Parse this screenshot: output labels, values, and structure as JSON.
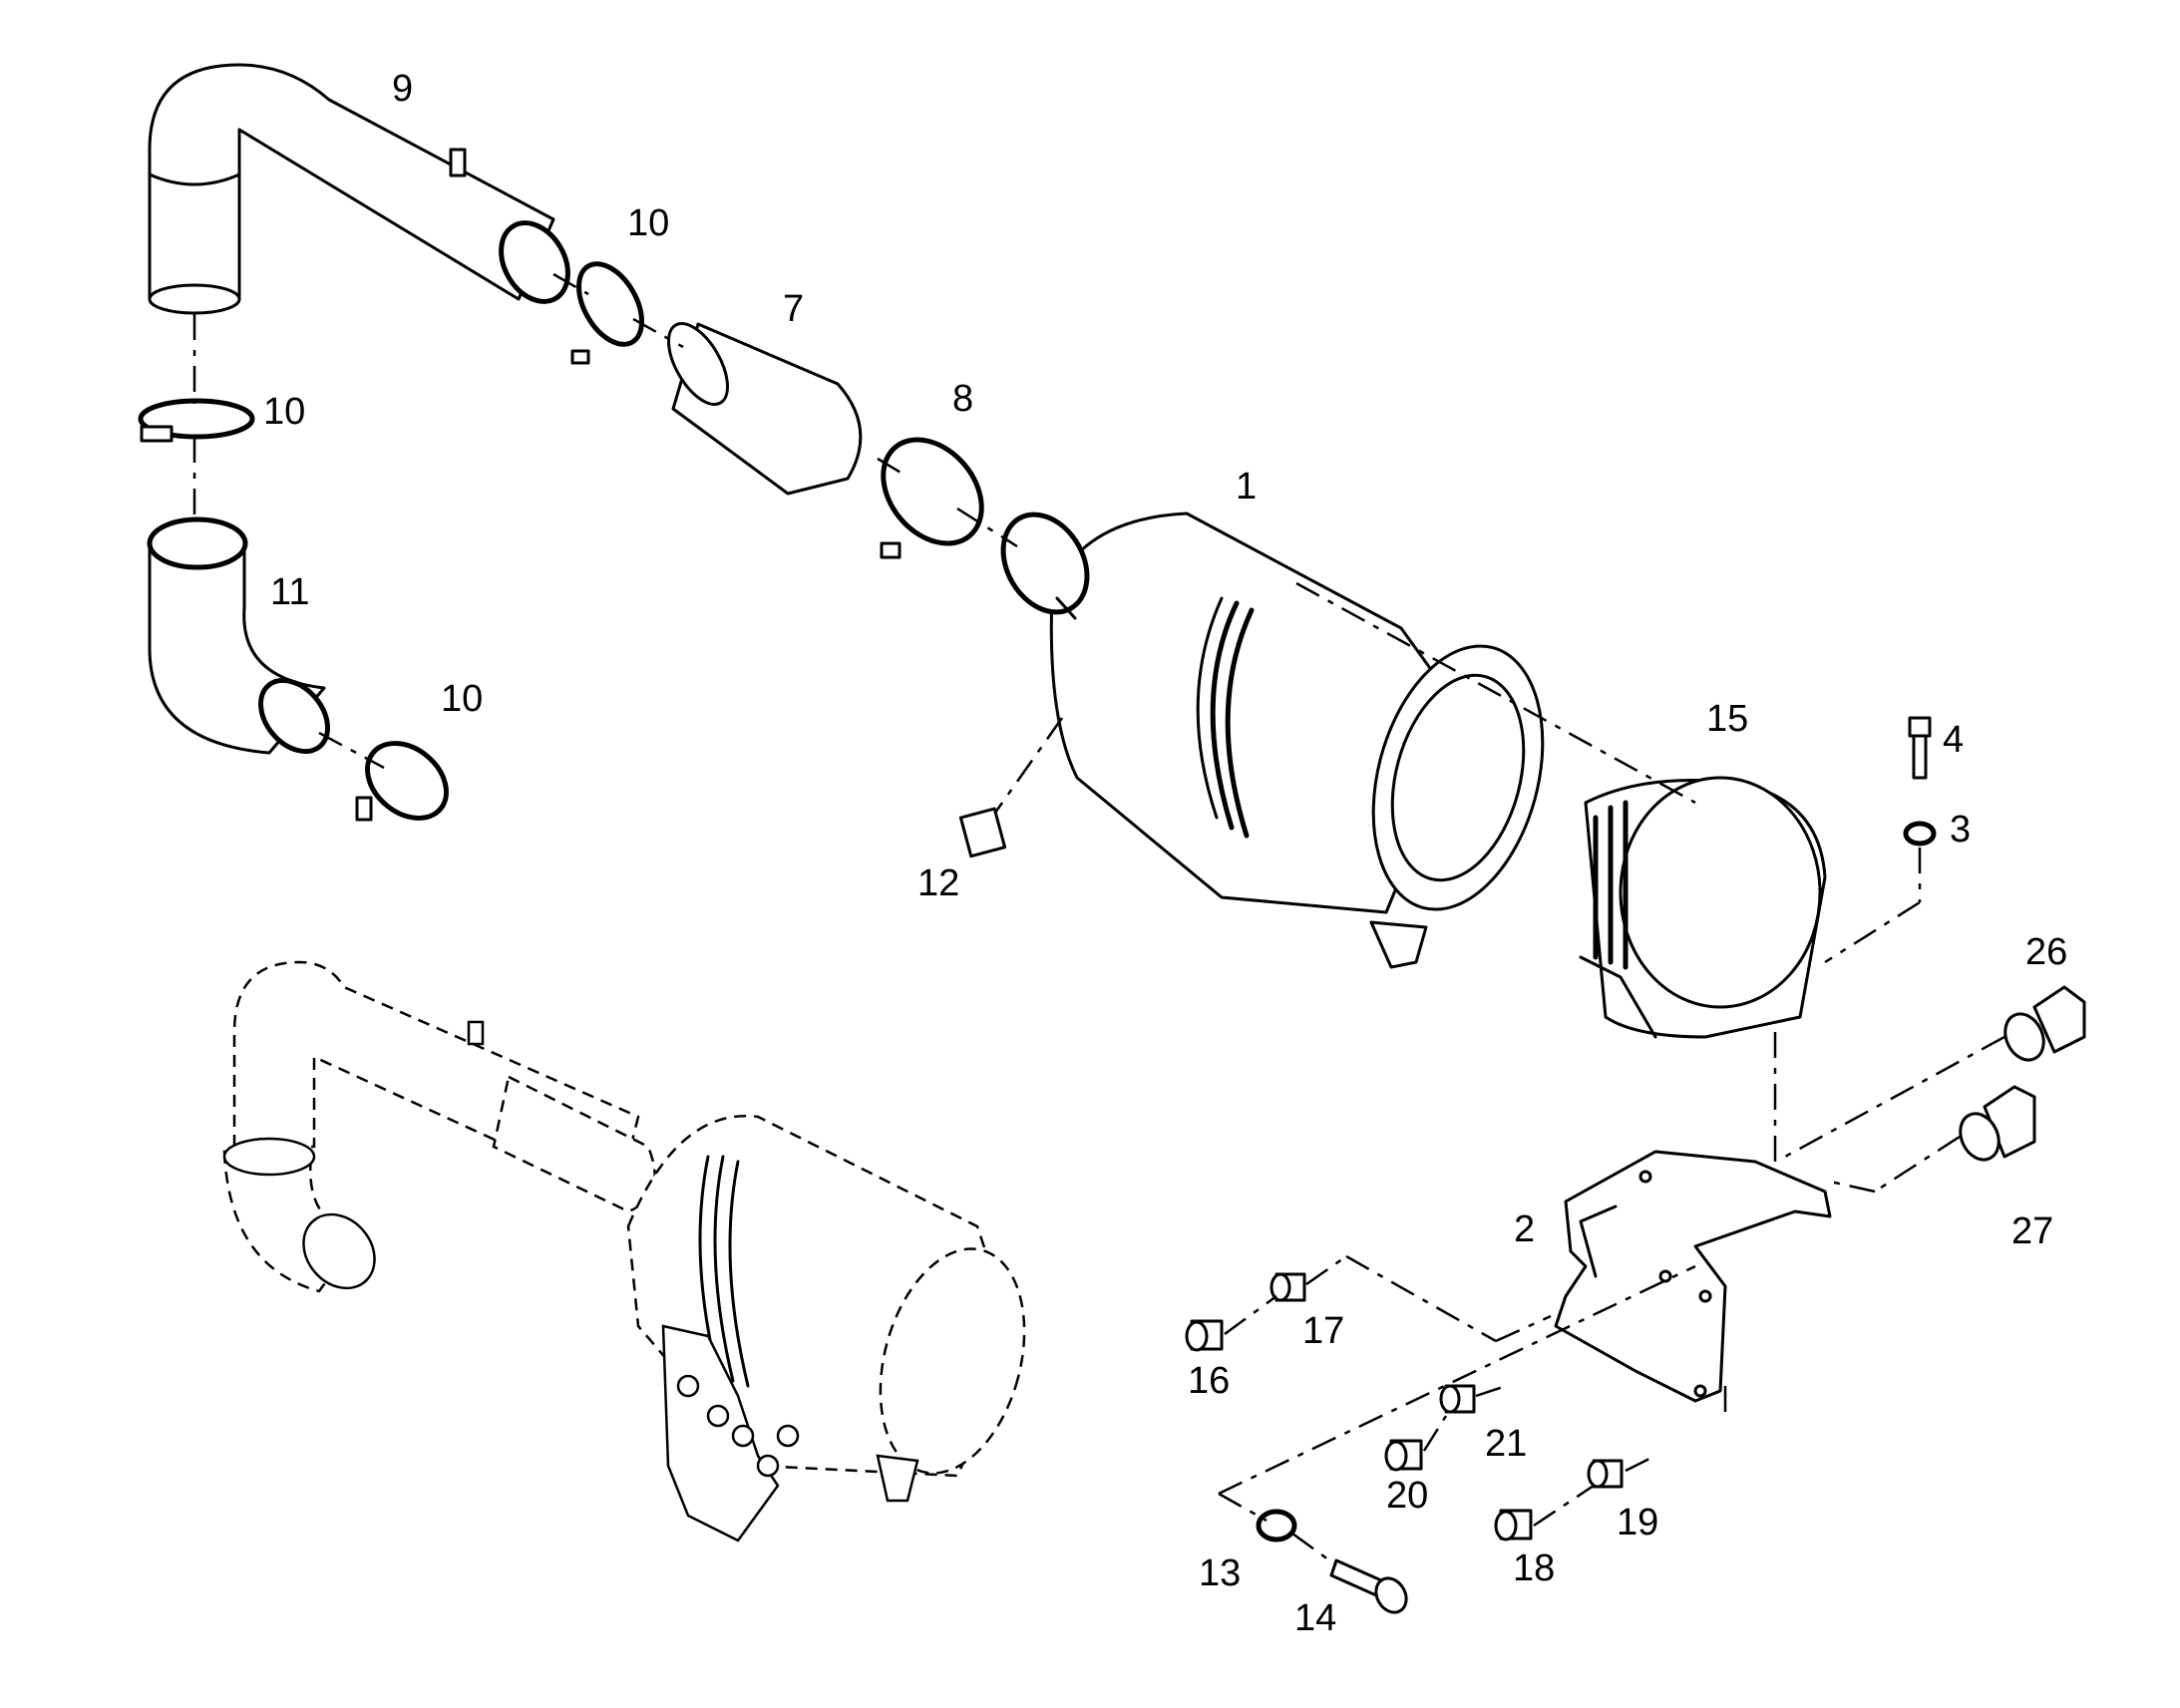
{
  "callouts": [
    {
      "id": "9",
      "text": "9"
    },
    {
      "id": "10a",
      "text": "10"
    },
    {
      "id": "10b",
      "text": "10"
    },
    {
      "id": "10c",
      "text": "10"
    },
    {
      "id": "7",
      "text": "7"
    },
    {
      "id": "8",
      "text": "8"
    },
    {
      "id": "1",
      "text": "1"
    },
    {
      "id": "11",
      "text": "11"
    },
    {
      "id": "12",
      "text": "12"
    },
    {
      "id": "15",
      "text": "15"
    },
    {
      "id": "4",
      "text": "4"
    },
    {
      "id": "3",
      "text": "3"
    },
    {
      "id": "26",
      "text": "26"
    },
    {
      "id": "27",
      "text": "27"
    },
    {
      "id": "2",
      "text": "2"
    },
    {
      "id": "17",
      "text": "17"
    },
    {
      "id": "16",
      "text": "16"
    },
    {
      "id": "21",
      "text": "21"
    },
    {
      "id": "20",
      "text": "20"
    },
    {
      "id": "19",
      "text": "19"
    },
    {
      "id": "18",
      "text": "18"
    },
    {
      "id": "13",
      "text": "13"
    },
    {
      "id": "14",
      "text": "14"
    }
  ]
}
